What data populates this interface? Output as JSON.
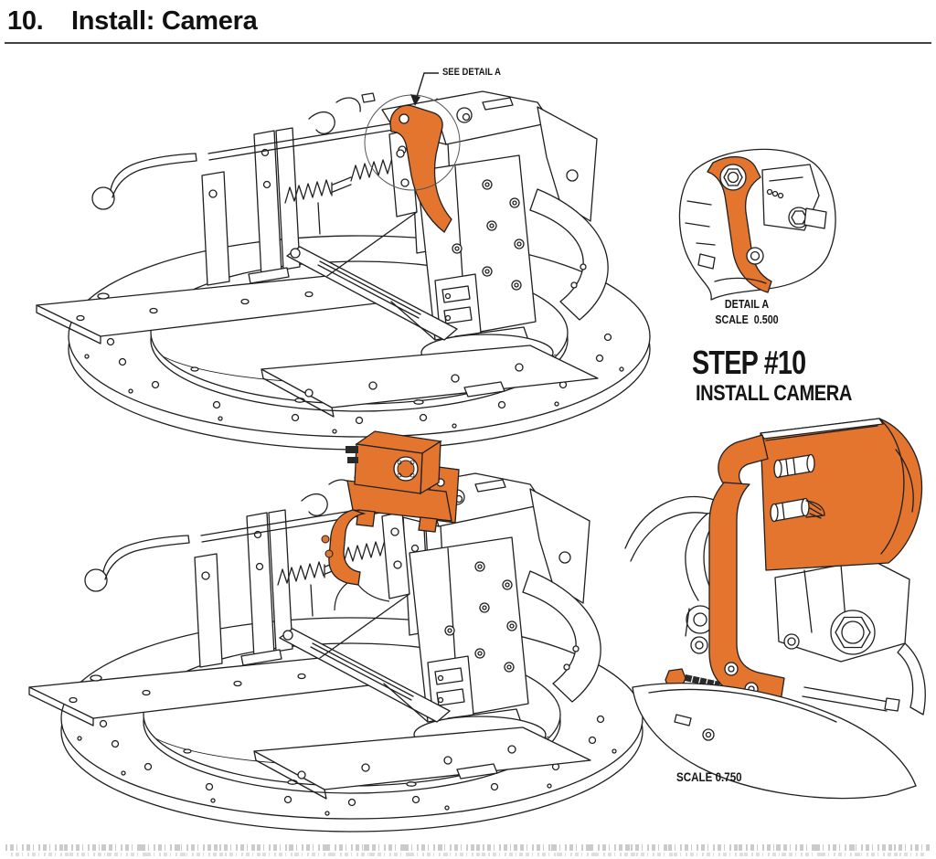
{
  "header": {
    "section_number": "10.",
    "section_title": "Install: Camera"
  },
  "figures": {
    "top_assembly": {
      "callout": "SEE DETAIL A"
    },
    "detail_a": {
      "title": "DETAIL A",
      "scale": "SCALE  0.500"
    },
    "step": {
      "title": "STEP #10",
      "subtitle": "INSTALL CAMERA"
    },
    "install_detail": {
      "scale": "SCALE 0.750"
    }
  },
  "colors": {
    "highlight_orange": "#E4752E",
    "line_art": "#1F1F1F",
    "background": "#FFFFFF"
  }
}
